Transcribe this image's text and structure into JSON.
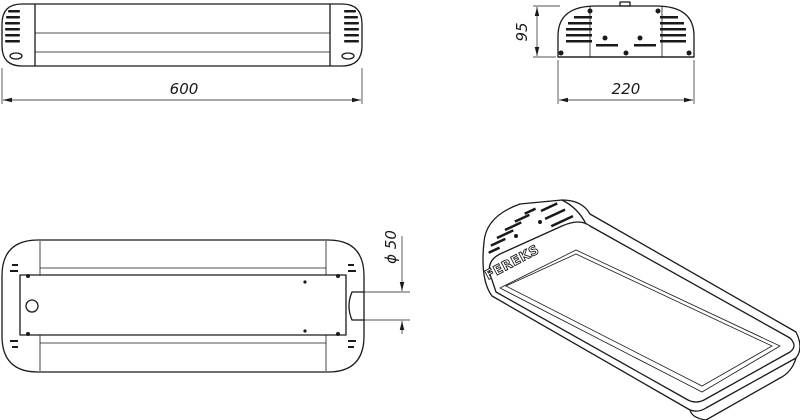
{
  "dimensions": {
    "length": "600",
    "width": "220",
    "height": "95",
    "mount_diameter": "ϕ 50"
  },
  "brand_label": "FEREKS",
  "views": [
    "top-view",
    "end-view",
    "bottom-view",
    "isometric-view"
  ]
}
